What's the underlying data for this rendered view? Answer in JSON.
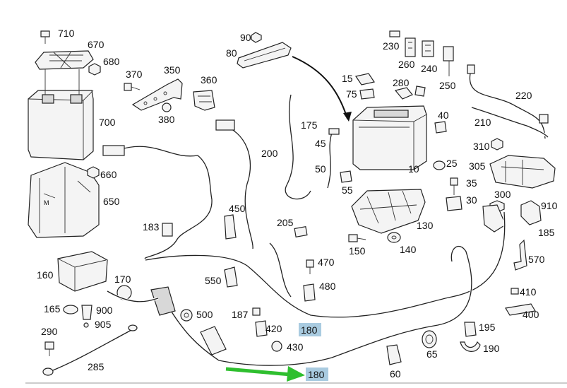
{
  "diagram": {
    "part_labels": [
      "710",
      "670",
      "680",
      "370",
      "350",
      "360",
      "90",
      "80",
      "230",
      "260",
      "240",
      "250",
      "220",
      "15",
      "75",
      "280",
      "700",
      "175",
      "45",
      "40",
      "210",
      "310",
      "660",
      "200",
      "10",
      "25",
      "305",
      "650",
      "50",
      "55",
      "35",
      "300",
      "30",
      "910",
      "450",
      "183",
      "205",
      "130",
      "185",
      "150",
      "140",
      "570",
      "470",
      "160",
      "170",
      "480",
      "550",
      "410",
      "400",
      "900",
      "165",
      "500",
      "905",
      "187",
      "195",
      "180",
      "420",
      "290",
      "430",
      "65",
      "190",
      "285",
      "60"
    ],
    "highlighted_label_180": "180",
    "arrow_color": "#2fbf2f",
    "highlight_color": "#a9cbe0"
  }
}
